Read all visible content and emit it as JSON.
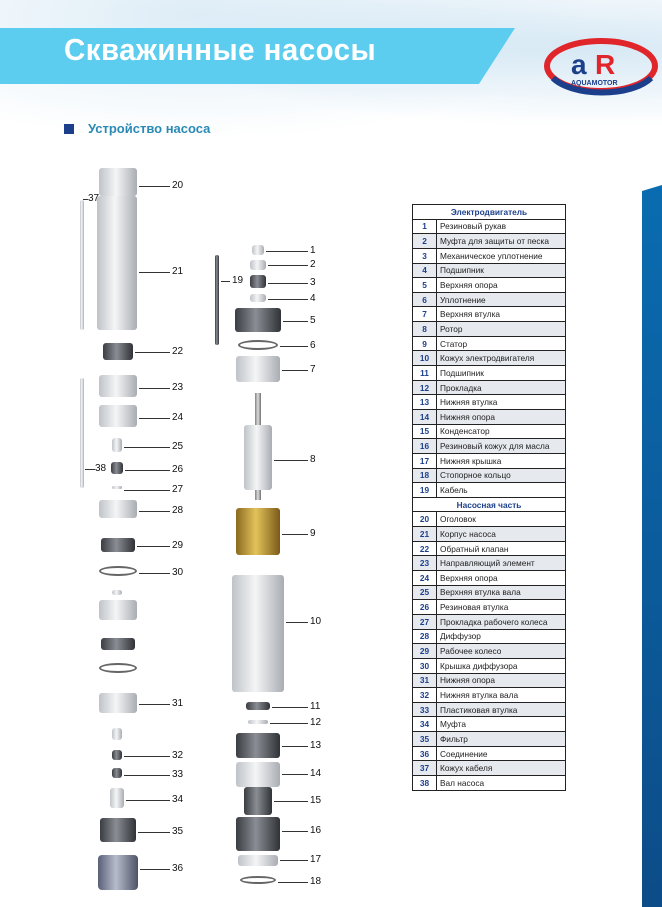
{
  "header": {
    "title": "Скважинные насосы",
    "subtitle": "Устройство насоса",
    "logo_text": "AR",
    "logo_brand": "AQUAMOTOR"
  },
  "table": {
    "sections": [
      {
        "title": "Электродвигатель",
        "rows": [
          {
            "n": "1",
            "name": "Резиновый рукав"
          },
          {
            "n": "2",
            "name": "Муфта для защиты от песка"
          },
          {
            "n": "3",
            "name": "Механическое уплотнение"
          },
          {
            "n": "4",
            "name": "Подшипник"
          },
          {
            "n": "5",
            "name": "Верхняя опора"
          },
          {
            "n": "6",
            "name": "Уплотнение"
          },
          {
            "n": "7",
            "name": "Верхняя втулка"
          },
          {
            "n": "8",
            "name": "Ротор"
          },
          {
            "n": "9",
            "name": "Статор"
          },
          {
            "n": "10",
            "name": "Кожух электродвигателя"
          },
          {
            "n": "11",
            "name": "Подшипник"
          },
          {
            "n": "12",
            "name": "Прокладка"
          },
          {
            "n": "13",
            "name": "Нижняя втулка"
          },
          {
            "n": "14",
            "name": "Нижняя опора"
          },
          {
            "n": "15",
            "name": "Конденсатор"
          },
          {
            "n": "16",
            "name": "Резиновый кожух для масла"
          },
          {
            "n": "17",
            "name": "Нижняя крышка"
          },
          {
            "n": "18",
            "name": "Стопорное кольцо"
          },
          {
            "n": "19",
            "name": "Кабель"
          }
        ]
      },
      {
        "title": "Насосная часть",
        "rows": [
          {
            "n": "20",
            "name": "Оголовок"
          },
          {
            "n": "21",
            "name": "Корпус насоса"
          },
          {
            "n": "22",
            "name": "Обратный клапан"
          },
          {
            "n": "23",
            "name": "Направляющий элемент"
          },
          {
            "n": "24",
            "name": "Верхняя опора"
          },
          {
            "n": "25",
            "name": "Верхняя втулка вала"
          },
          {
            "n": "26",
            "name": "Резиновая втулка"
          },
          {
            "n": "27",
            "name": "Прокладка рабочего колеса"
          },
          {
            "n": "28",
            "name": "Диффузор"
          },
          {
            "n": "29",
            "name": "Рабочее колесо"
          },
          {
            "n": "30",
            "name": "Крышка диффузора"
          },
          {
            "n": "31",
            "name": "Нижняя опора"
          },
          {
            "n": "32",
            "name": "Нижняя втулка вала"
          },
          {
            "n": "33",
            "name": "Пластиковая втулка"
          },
          {
            "n": "34",
            "name": "Муфта"
          },
          {
            "n": "35",
            "name": "Фильтр"
          },
          {
            "n": "36",
            "name": "Соединение"
          },
          {
            "n": "37",
            "name": "Кожух кабеля"
          },
          {
            "n": "38",
            "name": "Вал насоса"
          }
        ]
      }
    ]
  },
  "diagram": {
    "callouts": [
      "1",
      "2",
      "3",
      "4",
      "5",
      "6",
      "7",
      "8",
      "9",
      "10",
      "11",
      "12",
      "13",
      "14",
      "15",
      "16",
      "17",
      "18",
      "19",
      "20",
      "21",
      "22",
      "23",
      "24",
      "25",
      "26",
      "27",
      "28",
      "29",
      "30",
      "31",
      "32",
      "33",
      "34",
      "35",
      "36",
      "37",
      "38"
    ]
  },
  "colors": {
    "banner": "#5ccdee",
    "brand_blue": "#1b3f8b",
    "brand_red": "#e0252b",
    "stator": "#c9a23a"
  }
}
